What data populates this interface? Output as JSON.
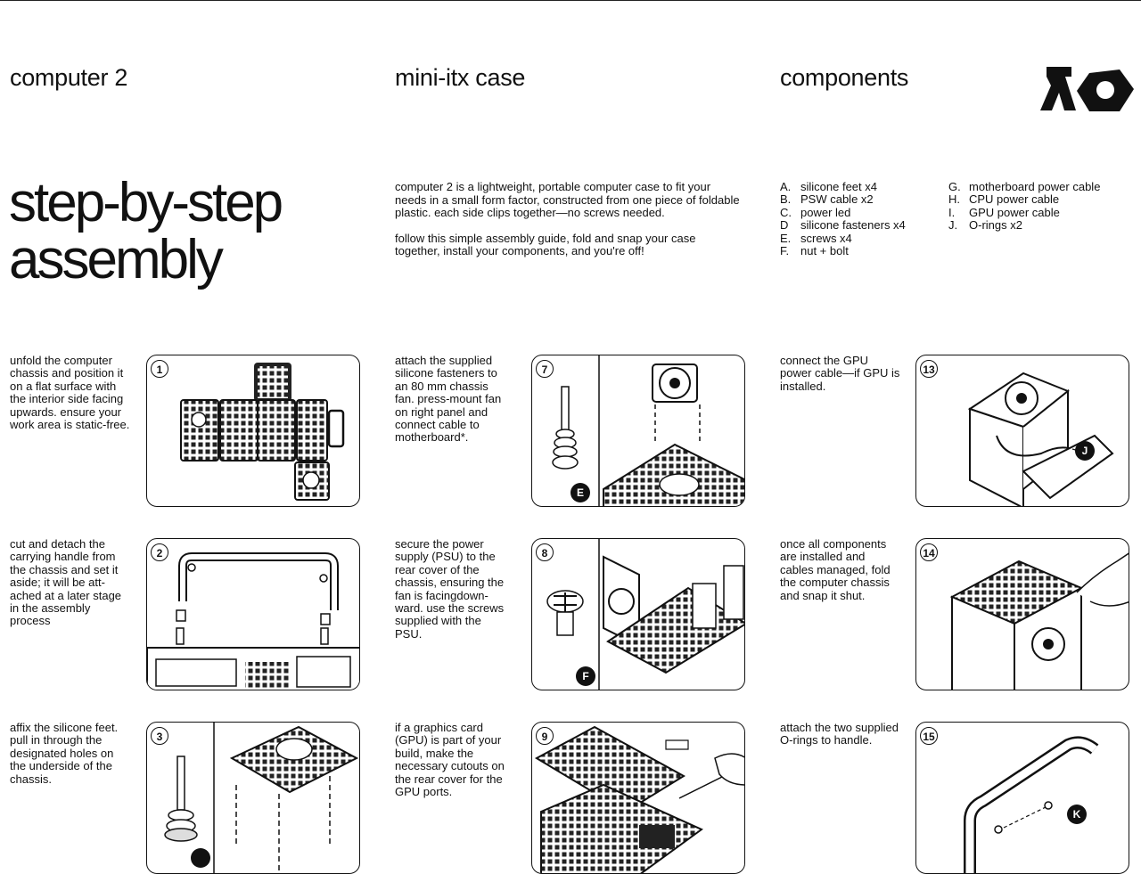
{
  "header": {
    "col1": "computer 2",
    "col2": "mini-itx case",
    "col3": "components",
    "logo": "teenage-engineering-logo"
  },
  "title": {
    "line1": "step-by-step",
    "line2": "assembly"
  },
  "intro": {
    "p1": "computer 2 is a lightweight, portable computer case to fit your needs in a small form factor, constructed from one piece of foldable plastic. each side clips together—no screws needed.",
    "p2": "follow this simple assembly guide, fold and snap your case together, install your components, and you're off!"
  },
  "components": {
    "left": [
      {
        "letter": "A.",
        "text": "silicone feet x4"
      },
      {
        "letter": "B.",
        "text": "PSW cable x2"
      },
      {
        "letter": "C.",
        "text": "power led"
      },
      {
        "letter": "D",
        "text": "silicone fasteners x4"
      },
      {
        "letter": "E.",
        "text": "screws x4"
      },
      {
        "letter": "F.",
        "text": "nut + bolt"
      }
    ],
    "right": [
      {
        "letter": "G.",
        "text": "motherboard power cable"
      },
      {
        "letter": "H.",
        "text": "CPU power cable"
      },
      {
        "letter": "I.",
        "text": "GPU power cable"
      },
      {
        "letter": "J.",
        "text": "O-rings x2"
      }
    ]
  },
  "steps": {
    "s1": {
      "num": "1",
      "text": "unfold the computer chassis and position it on a flat surface with the interior side facing upwards. ensure your work area is static-free."
    },
    "s2": {
      "num": "2",
      "text": "cut and detach the carrying handle from the chassis and set it aside; it will be att-ached at a later stage in the assembly process"
    },
    "s3": {
      "num": "3",
      "text": "affix the silicone feet. pull in through the designated holes on the underside of the chassis."
    },
    "s7": {
      "num": "7",
      "text": "attach the supplied silicone fasteners to an 80 mm chassis fan. press-mount fan on right panel and connect cable to motherboard*.",
      "tag": "E"
    },
    "s8": {
      "num": "8",
      "text": "secure the power supply (PSU) to the rear cover of the chassis, ensuring the fan is facingdown-ward. use the screws supplied with the PSU.",
      "tag": "F"
    },
    "s9": {
      "num": "9",
      "text": "if a graphics card (GPU) is part of your build, make the necessary cutouts on the rear cover for the GPU ports."
    },
    "s13": {
      "num": "13",
      "text": "connect the GPU power cable—if GPU is installed.",
      "tag": "J"
    },
    "s14": {
      "num": "14",
      "text": "once all components are installed and cables managed, fold the computer chassis and snap it shut."
    },
    "s15": {
      "num": "15",
      "text": "attach the two supplied O-rings to handle.",
      "tag": "K"
    }
  }
}
